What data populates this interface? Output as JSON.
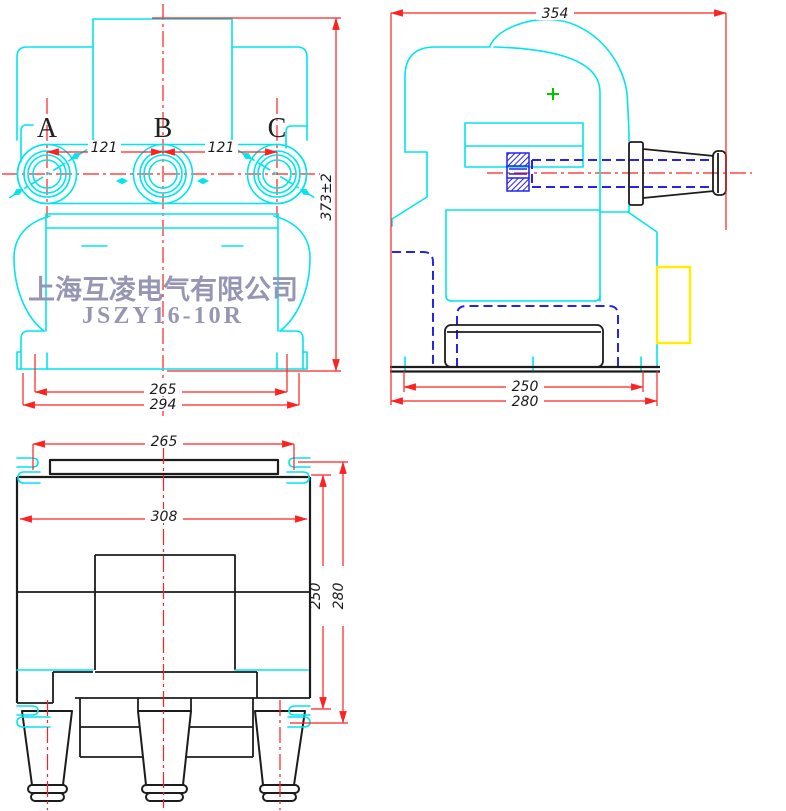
{
  "drawing": {
    "title_watermark": {
      "company": "上海互凌电气有限公司",
      "model": "JSZY16-10R"
    },
    "front_view": {
      "phase_labels": [
        "A",
        "B",
        "C"
      ],
      "dims": {
        "pitch_ab": "121",
        "pitch_bc": "121",
        "height": "373±2",
        "base_inner": "265",
        "base_outer": "294"
      }
    },
    "side_view": {
      "dims": {
        "width": "354",
        "base_inner": "250",
        "base_outer": "280"
      }
    },
    "bottom_view": {
      "dims": {
        "flange_width": "265",
        "body_width": "308",
        "depth_inner": "250",
        "depth_outer": "280"
      }
    },
    "colors": {
      "outline_cyan": "#00e5ee",
      "dimension_red": "#ff2020",
      "hidden_blue": "#2424ea",
      "highlight_yellow": "#ffee00",
      "marker_green": "#00c800",
      "body_black": "#1c1c1c",
      "watermark_gray": "#9696b4"
    }
  }
}
